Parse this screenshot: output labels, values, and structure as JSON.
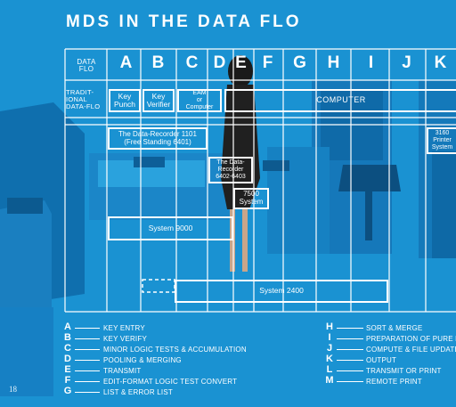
{
  "title": "MDS IN THE DATA FLO",
  "header_cell": "DATA\nFLO",
  "columns": [
    "A",
    "B",
    "C",
    "D",
    "E",
    "F",
    "G",
    "H",
    "I",
    "J",
    "K"
  ],
  "row_label": "TRADIT-\nIONAL\nDATA-FLO",
  "boxes": {
    "key_punch": "Key\nPunch",
    "key_verifier": "Key\nVerifier",
    "eam": "EAM\nor\nComputer",
    "computer": "COMPUTER",
    "data_recorder_1101": "The Data-Recorder 1101\n(Free Standing 6401)",
    "data_recorder_6402": "The Data-\nRecorder\n6402-6403",
    "system_7500": "7500\nSystem",
    "system_9000": "System 9000",
    "printer_3160": "3160\nPrinter\nSystem",
    "system_2400": "System 2400"
  },
  "legend_left": [
    {
      "letter": "A",
      "text": "KEY ENTRY"
    },
    {
      "letter": "B",
      "text": "KEY VERIFY"
    },
    {
      "letter": "C",
      "text": "MINOR LOGIC TESTS & ACCUMULATION"
    },
    {
      "letter": "D",
      "text": "POOLING & MERGING"
    },
    {
      "letter": "E",
      "text": "TRANSMIT"
    },
    {
      "letter": "F",
      "text": "EDIT-FORMAT LOGIC TEST CONVERT"
    },
    {
      "letter": "G",
      "text": "LIST & ERROR LIST"
    }
  ],
  "legend_right": [
    {
      "letter": "H",
      "text": "SORT & MERGE"
    },
    {
      "letter": "I",
      "text": "PREPARATION OF PURE DA"
    },
    {
      "letter": "J",
      "text": "COMPUTE & FILE UPDATE"
    },
    {
      "letter": "K",
      "text": "OUTPUT"
    },
    {
      "letter": "L",
      "text": "TRANSMIT OR PRINT"
    },
    {
      "letter": "M",
      "text": "REMOTE PRINT"
    }
  ],
  "page_number": "18",
  "colors": {
    "background": "#1a92d2",
    "line": "#ffffff"
  }
}
